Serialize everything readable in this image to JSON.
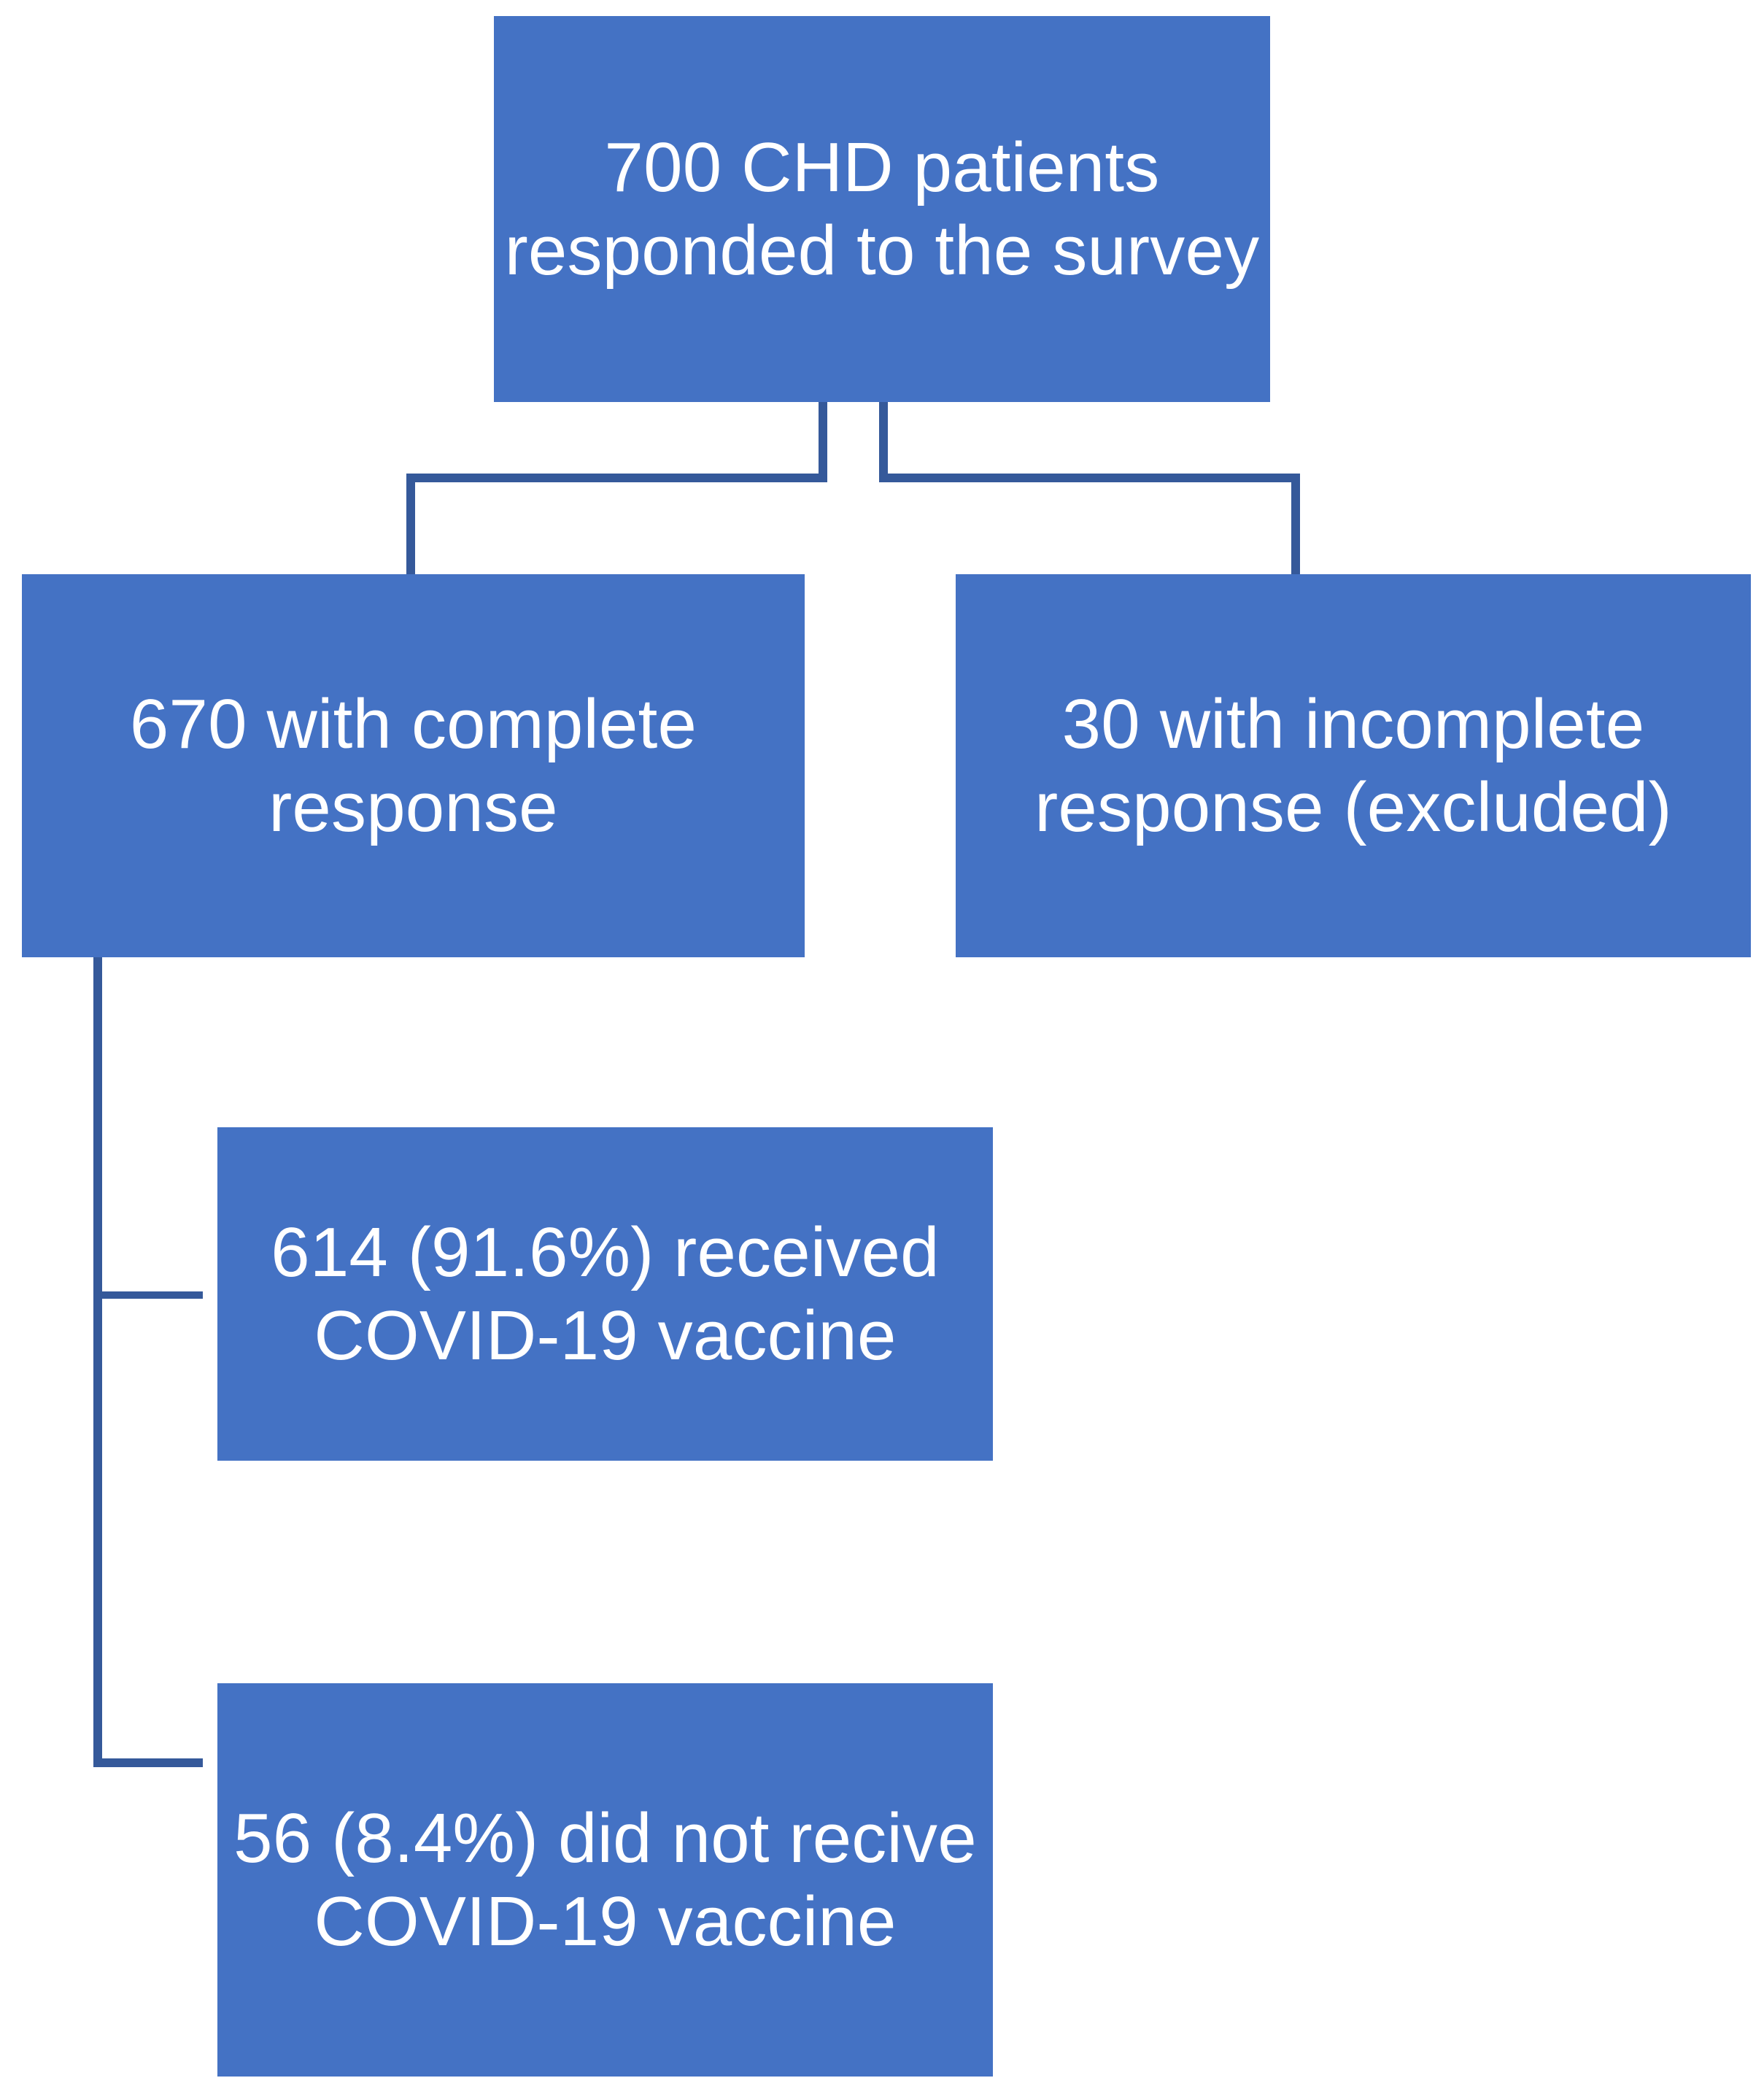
{
  "diagram": {
    "title": "CHD patients COVID-19 vaccination survey flow",
    "colors": {
      "box_fill": "#4472C4",
      "box_text": "#FFFFFF",
      "connector": "#35599A",
      "background": "#FFFFFF"
    },
    "nodes": [
      {
        "id": "root",
        "label": "700 CHD patients responded to the survey",
        "count": 700,
        "percent": null
      },
      {
        "id": "complete",
        "label": "670 with complete response",
        "count": 670,
        "percent": null
      },
      {
        "id": "incomplete",
        "label": "30 with incomplete response (excluded)",
        "count": 30,
        "percent": null
      },
      {
        "id": "vaccinated",
        "label": "614 (91.6%) received COVID-19 vaccine",
        "count": 614,
        "percent": 91.6
      },
      {
        "id": "unvaccinated",
        "label": "56 (8.4%) did not recive COVID-19 vaccine",
        "count": 56,
        "percent": 8.4
      }
    ],
    "edges": [
      {
        "from": "root",
        "to": "complete"
      },
      {
        "from": "root",
        "to": "incomplete"
      },
      {
        "from": "complete",
        "to": "vaccinated"
      },
      {
        "from": "complete",
        "to": "unvaccinated"
      }
    ]
  }
}
